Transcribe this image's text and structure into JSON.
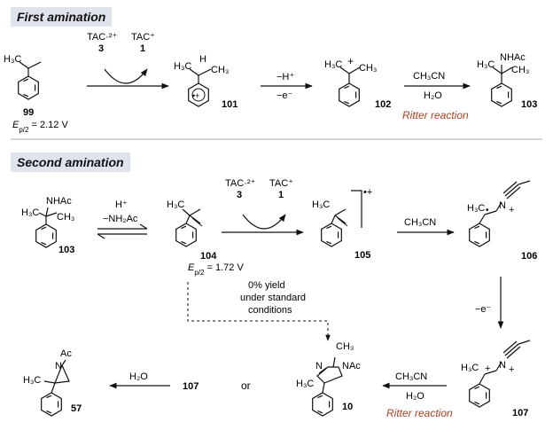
{
  "sections": {
    "first": "First amination",
    "second": "Second amination"
  },
  "atoms": {
    "h3c": "H₃C",
    "ch3": "CH₃",
    "h": "H",
    "nhac": "NHAc",
    "n": "N",
    "nac": "NAc",
    "ac": "Ac",
    "plus": "+",
    "radical_dot": "•",
    "radical_cation": "•+"
  },
  "compounds": {
    "c99": "99",
    "c101": "101",
    "c102": "102",
    "c103": "103",
    "c104": "104",
    "c105": "105",
    "c106": "106",
    "c107": "107",
    "c10": "10",
    "c57": "57"
  },
  "potentials": {
    "ep_symbol": "E",
    "ep_sub": "p/2",
    "ep99": " = 2.12 V",
    "ep104": " = 1.72 V"
  },
  "reagents": {
    "tac_radical": "TAC·²⁺",
    "tac_3": "3",
    "tac_plus": "TAC⁺",
    "tac_1": "1",
    "minus_h": "−H⁺",
    "minus_e": "−e⁻",
    "ch3cn": "CH₃CN",
    "h2o": "H₂O",
    "h_plus": "H⁺",
    "minus_nh2ac": "−NH₂Ac",
    "or": "or"
  },
  "annotations": {
    "ritter": "Ritter reaction",
    "yield_line1": "0% yield",
    "yield_line2": "under standard",
    "yield_line3": "conditions"
  },
  "colors": {
    "ritter": "#b0401f",
    "header_bg": "#dfe3ec",
    "divider": "#aaaaaa"
  }
}
